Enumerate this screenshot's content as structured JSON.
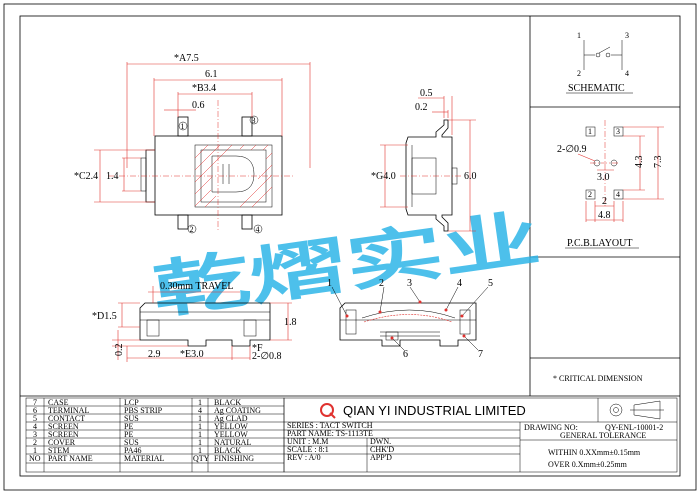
{
  "top_view": {
    "dim_a": "*A7.5",
    "dim_61": "6.1",
    "dim_b": "*B3.4",
    "dim_06": "0.6",
    "dim_c": "*C2.4",
    "dim_14": "1.4",
    "pin3": "3",
    "pin1": "1",
    "pin2": "2",
    "pin4": "4"
  },
  "side_view": {
    "dim_05": "0.5",
    "dim_02": "0.2",
    "dim_g": "*G4.0",
    "dim_60": "6.0"
  },
  "schematic": {
    "title": "SCHEMATIC",
    "pins": [
      "1",
      "2",
      "3",
      "4"
    ]
  },
  "pcb": {
    "title": "P.C.B.LAYOUT",
    "dim_hole": "2-∅0.9",
    "dim_30": "3.0",
    "dim_43": "4.3",
    "dim_73": "7.3",
    "dim_2": "2",
    "dim_48": "4.8",
    "pads": [
      "1",
      "2",
      "3",
      "4"
    ]
  },
  "front_view": {
    "travel": "0.30mm TRAVEL",
    "dim_d": "*D1.5",
    "dim_18": "1.8",
    "dim_02": "0.2",
    "dim_29": "2.9",
    "dim_e": "*E3.0",
    "dim_f": "*F",
    "dim_f2": "2-∅0.8"
  },
  "section_view": {
    "callouts": [
      "1",
      "2",
      "3",
      "4",
      "5",
      "6",
      "7"
    ]
  },
  "note": "* CRITICAL DIMENSION",
  "watermark": "乾熠实业",
  "bom": [
    {
      "no": "7",
      "part": "CASE",
      "material": "LCP",
      "qty": "1",
      "finishing": "BLACK"
    },
    {
      "no": "6",
      "part": "TERMINAL",
      "material": "PBS STRIP",
      "qty": "4",
      "finishing": "Ag COATING"
    },
    {
      "no": "5",
      "part": "CONTACT",
      "material": "SUS",
      "qty": "1",
      "finishing": "Ag CLAD"
    },
    {
      "no": "4",
      "part": "SCREEN",
      "material": "PE",
      "qty": "1",
      "finishing": "YELLOW"
    },
    {
      "no": "3",
      "part": "SCREEN",
      "material": "PE",
      "qty": "1",
      "finishing": "YELLOW"
    },
    {
      "no": "2",
      "part": "COVER",
      "material": "SUS",
      "qty": "1",
      "finishing": "NATURAL"
    },
    {
      "no": "1",
      "part": "STEM",
      "material": "PA46",
      "qty": "1",
      "finishing": "BLACK"
    }
  ],
  "bom_header": {
    "no": "NO",
    "part": "PART NAME",
    "material": "MATERIAL",
    "qty": "QTY",
    "finishing": "FINISHING"
  },
  "company": "QIAN YI INDUSTRIAL LIMITED",
  "title_block": {
    "series": "SERIES : TACT SWITCH",
    "part_name": "PART NAME: TS-1113TE",
    "unit": "UNIT : M.M",
    "scale": "SCALE : 8:1",
    "rev": "REV   : A/0",
    "dwn": "DWN.",
    "chkd": "CHK'D",
    "appd": "APP'D",
    "drawing_no": "DRAWING NO:",
    "drawing_no_val": "QY-ENL-10001-2",
    "gen_tol": "GENERAL TOLERANCE",
    "tol1": "WITHIN 0.XXmm±0.15mm",
    "tol2": "OVER   0.Xmm±0.25mm"
  }
}
